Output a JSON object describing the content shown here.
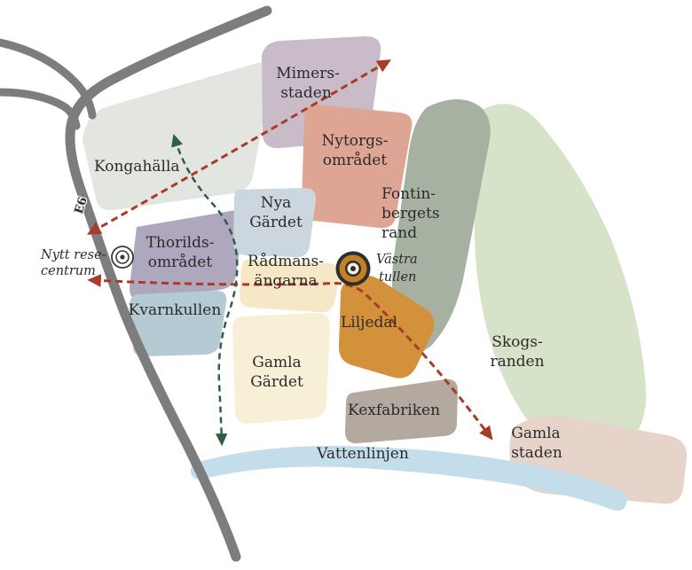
{
  "map": {
    "theme": {
      "text": "#2b2b2b",
      "background": "#ffffff"
    },
    "roads": {
      "label": "E6",
      "color": "#7d7d7d"
    },
    "routes": {
      "red": "#a93b27",
      "green": "#2e5f45"
    },
    "regions": {
      "kongahalla": {
        "lines": [
          "Kongahälla"
        ],
        "color": "#e3e5e0"
      },
      "mimersstaden": {
        "lines": [
          "Mimers-",
          "staden"
        ],
        "color": "#c9bbc7"
      },
      "nytorgsomradet": {
        "lines": [
          "Nytorgs-",
          "området"
        ],
        "color": "#dfa594"
      },
      "fontinbergetsrand": {
        "lines": [
          "Fontin-",
          "bergets",
          "rand"
        ],
        "color": "#a7b1a2"
      },
      "thorildsomradet": {
        "lines": [
          "Thorilds-",
          "området"
        ],
        "color": "#afa7bd"
      },
      "nyagardet": {
        "lines": [
          "Nya",
          "Gärdet"
        ],
        "color": "#cbd6df"
      },
      "radmansangarna": {
        "lines": [
          "Rådmans-",
          "ängarna"
        ],
        "color": "#f6e8c6"
      },
      "kvarnkullen": {
        "lines": [
          "Kvarnkullen"
        ],
        "color": "#b5cbd4"
      },
      "liljedal": {
        "lines": [
          "Liljedal"
        ],
        "color": "#d2913a"
      },
      "gamlagardet": {
        "lines": [
          "Gamla",
          "Gärdet"
        ],
        "color": "#f8efd7"
      },
      "kexfabriken": {
        "lines": [
          "Kexfabriken"
        ],
        "color": "#b3a99e"
      },
      "skogsranden": {
        "lines": [
          "Skogs-",
          "randen"
        ],
        "color": "#d6e3c9"
      },
      "gamlastaden": {
        "lines": [
          "Gamla",
          "staden"
        ],
        "color": "#e6d4ca"
      },
      "vattenlinjen": {
        "lines": [
          "Vattenlinjen"
        ],
        "color": "#c4ddeb"
      }
    },
    "pois": {
      "resecentrum": {
        "lines": [
          "Nytt rese-",
          "centrum"
        ],
        "ring": "#3a3a3a"
      },
      "vastra_tullen": {
        "lines": [
          "Västra",
          "tullen"
        ],
        "ring": "#2e2e2e",
        "fill": "#c28124",
        "inner_fill": "#f5f0e5"
      }
    }
  }
}
